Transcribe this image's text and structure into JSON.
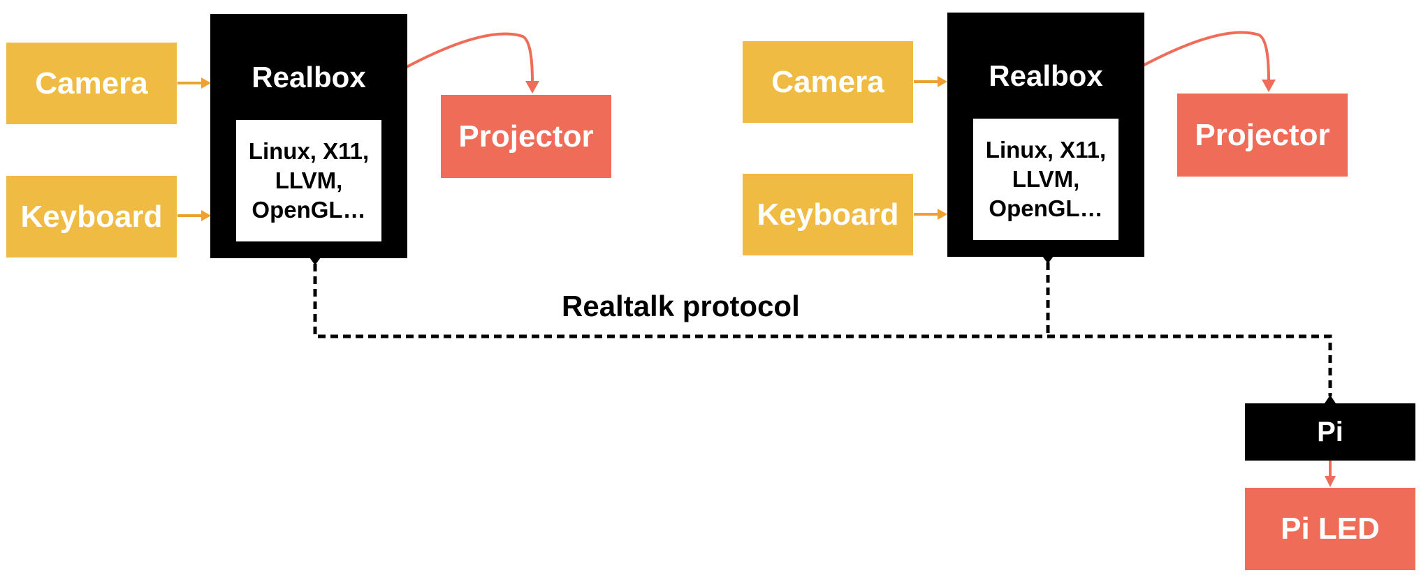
{
  "colors": {
    "input": "#f0bb42",
    "output": "#ef6d58",
    "box": "#000000",
    "input_arrow": "#f0a030",
    "output_arrow": "#ef6d58",
    "dashed_link": "#000000"
  },
  "left_group": {
    "camera": "Camera",
    "keyboard": "Keyboard",
    "realbox_title": "Realbox",
    "realbox_stack": "Linux, X11,\nLLVM,\nOpenGL…",
    "projector": "Projector"
  },
  "right_group": {
    "camera": "Camera",
    "keyboard": "Keyboard",
    "realbox_title": "Realbox",
    "realbox_stack": "Linux, X11,\nLLVM,\nOpenGL…",
    "projector": "Projector"
  },
  "network": {
    "label": "Realtalk protocol"
  },
  "pi": {
    "label": "Pi",
    "led": "Pi LED"
  }
}
